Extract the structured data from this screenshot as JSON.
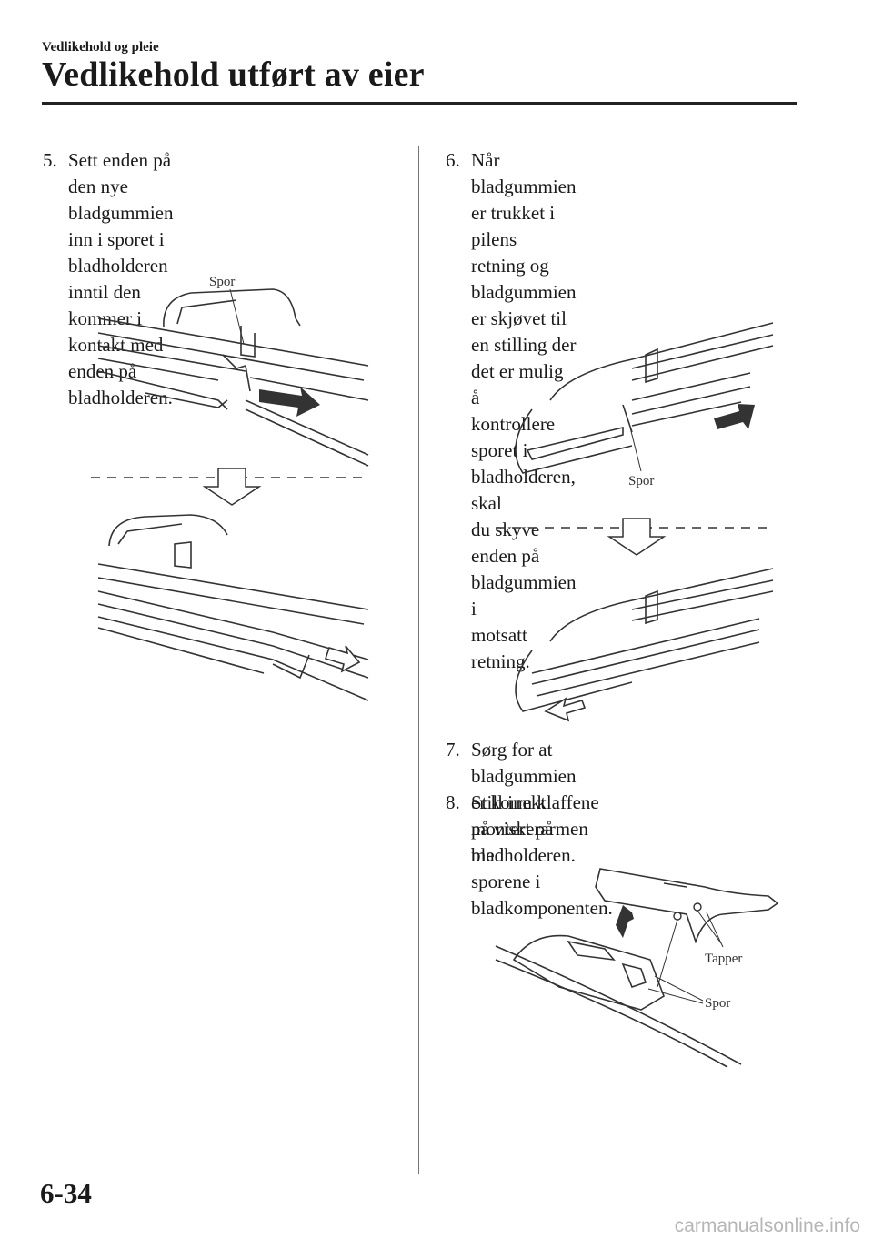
{
  "header": {
    "section": "Vedlikehold og pleie",
    "title": "Vedlikehold utført av eier"
  },
  "steps": [
    {
      "num": "5.",
      "text": "Sett enden på den nye bladgummien\ninn i sporet i bladholderen inntil den\nkommer i kontakt med enden på\nbladholderen."
    },
    {
      "num": "6.",
      "text": "Når bladgummien er trukket i pilens\nretning og bladgummien er skjøvet til\nen stilling der det er mulig å\nkontrollere sporet i bladholderen, skal\ndu skyve enden på bladgummien i\nmotsatt retning."
    },
    {
      "num": "7.",
      "text": "Sørg for at bladgummien er korrekt\nmontert på bladholderen."
    },
    {
      "num": "8.",
      "text": "Still inn klaffene på viskerarmen med\nsporene i bladkomponenten."
    }
  ],
  "labels": {
    "fig5_spor": "Spor",
    "fig6_spor": "Spor",
    "fig8_tapper": "Tapper",
    "fig8_spor": "Spor"
  },
  "footer": {
    "page": "6-34",
    "watermark": "carmanualsonline.info"
  }
}
